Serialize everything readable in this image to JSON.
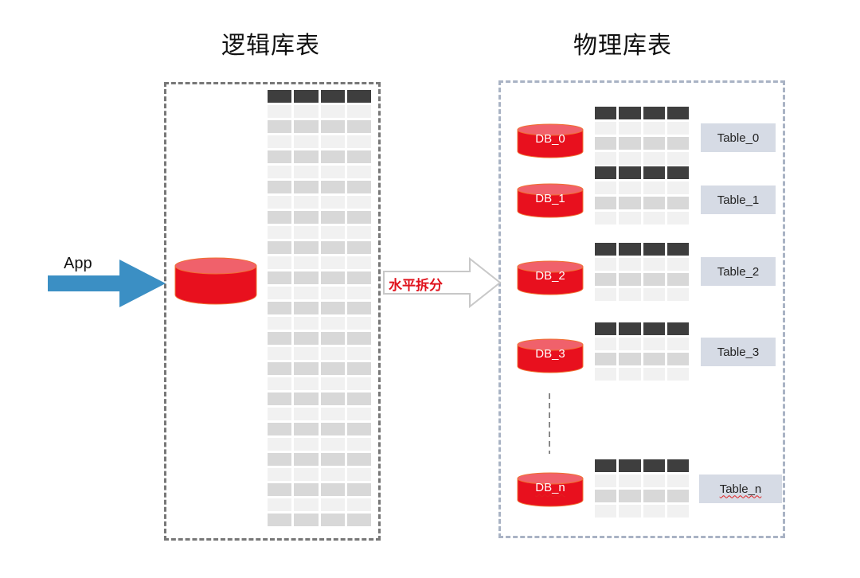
{
  "titles": {
    "logical": "逻辑库表",
    "physical": "物理库表"
  },
  "app": {
    "label": "App",
    "arrow_color": "#3b8fc4",
    "icon": "arrow-right-icon"
  },
  "logical_db": {
    "icon": "database-cylinder-icon",
    "color": "#e8101e",
    "table": {
      "columns": 4,
      "rows": 28
    }
  },
  "split_arrow": {
    "label": "水平拆分",
    "icon": "hollow-arrow-right-icon"
  },
  "physical": {
    "shards": [
      {
        "db": "DB_0",
        "table": "Table_0",
        "rows": 3
      },
      {
        "db": "DB_1",
        "table": "Table_1",
        "rows": 3
      },
      {
        "db": "DB_2",
        "table": "Table_2",
        "rows": 3
      },
      {
        "db": "DB_3",
        "table": "Table_3",
        "rows": 3
      },
      {
        "db": "DB_n",
        "table": "Table_n",
        "rows": 3
      }
    ],
    "ellipsis_icon": "vertical-dashed-ellipsis-icon"
  },
  "colors": {
    "db_red": "#e8101e",
    "db_top": "#f0616b",
    "header_cell": "#3e3e3e",
    "light_cell": "#f1f1f1",
    "dark_cell": "#d8d8d8",
    "label_bg": "#d6dbe5",
    "left_border": "#777777",
    "right_border": "#a9b3c4",
    "split_text": "#e0141e"
  }
}
